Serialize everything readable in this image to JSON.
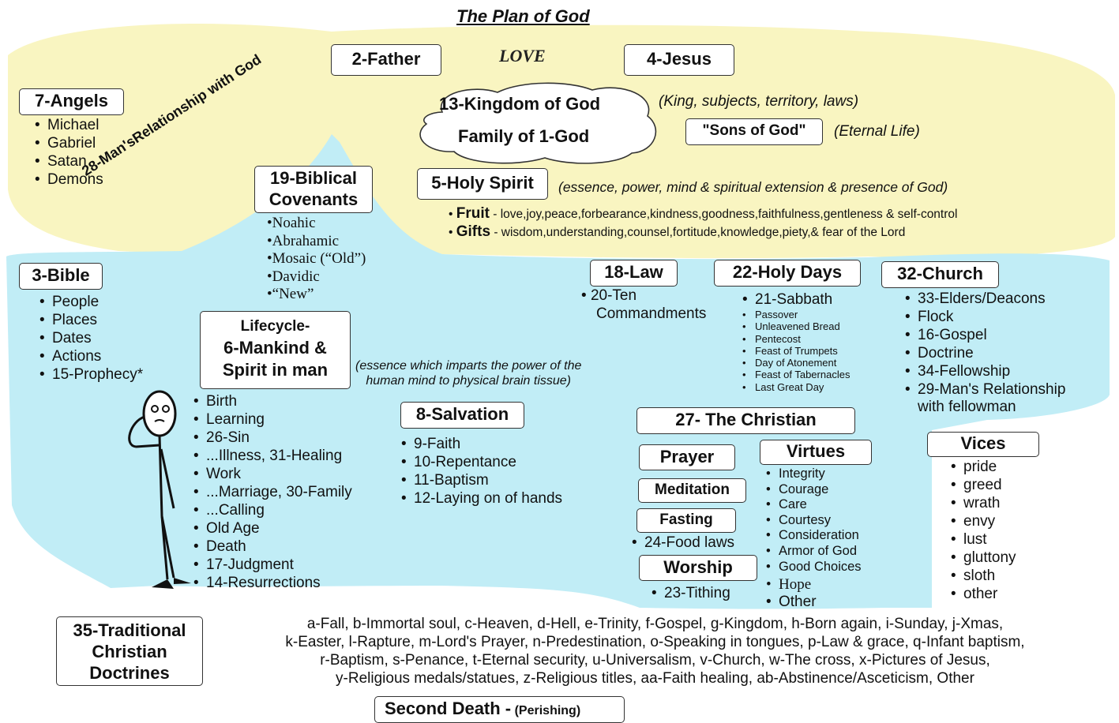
{
  "title": "The Plan of God",
  "love": "LOVE",
  "father": "2-Father",
  "jesus": "4-Jesus",
  "kingdom": {
    "line1": "13-Kingdom of God",
    "line2": "Family of 1-God",
    "note": "(King, subjects, territory, laws)"
  },
  "sons": {
    "label": "\"Sons of God\"",
    "note": "(Eternal Life)"
  },
  "angels": {
    "label": "7-Angels",
    "items": [
      "Michael",
      "Gabriel",
      "Satan",
      "Demons"
    ]
  },
  "relationship": "28-Man'sRelationship with God",
  "covenants": {
    "line1": "19-Biblical",
    "line2": "Covenants",
    "items": [
      "•Noahic",
      "•Abrahamic",
      "•Mosaic (“Old”)",
      "•Davidic",
      "•“New”"
    ]
  },
  "holy_spirit": {
    "label": "5-Holy Spirit",
    "note": "(essence, power, mind & spiritual extension & presence of God)",
    "fruit_label": "Fruit",
    "fruit_text": "- love,joy,peace,forbearance,kindness,goodness,faithfulness,gentleness & self-control",
    "gifts_label": "Gifts",
    "gifts_text": "- wisdom,understanding,counsel,fortitude,knowledge,piety,& fear of the Lord"
  },
  "bible": {
    "label": "3-Bible",
    "items": [
      "People",
      "Places",
      "Dates",
      "Actions",
      "15-Prophecy*"
    ]
  },
  "mankind": {
    "line1": "Lifecycle-",
    "line2": "6-Mankind &",
    "line3": "Spirit in man",
    "note1": "(essence which imparts the power of the",
    "note2": "human mind to physical brain tissue)",
    "items": [
      "Birth",
      "Learning",
      "26-Sin",
      "...Illness, 31-Healing",
      "Work",
      "...Marriage, 30-Family",
      "...Calling",
      "Old Age",
      "Death",
      "17-Judgment",
      "14-Resurrections"
    ]
  },
  "salvation": {
    "label": "8-Salvation",
    "items": [
      "9-Faith",
      "10-Repentance",
      "11-Baptism",
      "12-Laying on of hands"
    ]
  },
  "law": {
    "label": "18-Law",
    "item1": "20-Ten",
    "item2": "Commandments"
  },
  "holy_days": {
    "label": "22-Holy Days",
    "main": "21-Sabbath",
    "items": [
      "Passover",
      "Unleavened Bread",
      "Pentecost",
      "Feast of Trumpets",
      "Day of Atonement",
      "Feast of Tabernacles",
      "Last Great Day"
    ]
  },
  "church": {
    "label": "32-Church",
    "items": [
      "33-Elders/Deacons",
      "Flock",
      "16-Gospel",
      "Doctrine",
      "34-Fellowship",
      "29-Man's Relationship"
    ],
    "last_line": "with fellowman"
  },
  "christian": {
    "label": "27- The Christian",
    "prayer": "Prayer",
    "meditation": "Meditation",
    "fasting": "Fasting",
    "food_laws": "24-Food laws",
    "worship": "Worship",
    "tithing": "23-Tithing",
    "virtues_label": "Virtues",
    "virtues": [
      "Integrity",
      "Courage",
      "Care",
      "Courtesy",
      "Consideration",
      "Armor of God",
      "Good Choices"
    ],
    "hope": "Hope",
    "other": "Other"
  },
  "vices": {
    "label": "Vices",
    "items": [
      "pride",
      "greed",
      "wrath",
      "envy",
      "lust",
      "gluttony",
      "sloth",
      "other"
    ]
  },
  "traditional": {
    "line1": "35-Traditional",
    "line2": "Christian",
    "line3": "Doctrines",
    "text": [
      "a-Fall, b-Immortal soul, c-Heaven, d-Hell, e-Trinity, f-Gospel, g-Kingdom, h-Born again, i-Sunday, j-Xmas,",
      "k-Easter, l-Rapture, m-Lord's Prayer, n-Predestination, o-Speaking in tongues, p-Law & grace, q-Infant baptism,",
      "r-Baptism, s-Penance, t-Eternal security, u-Universalism, v-Church, w-The cross, x-Pictures of Jesus,",
      "y-Religious medals/statues, z-Religious titles, aa-Faith healing, ab-Abstinence/Asceticism, Other"
    ]
  },
  "second_death": {
    "label": "Second Death -",
    "note": "(Perishing)"
  },
  "colors": {
    "heaven": "#f9f5c1",
    "earth": "#c1edf6",
    "border": "#333333"
  }
}
